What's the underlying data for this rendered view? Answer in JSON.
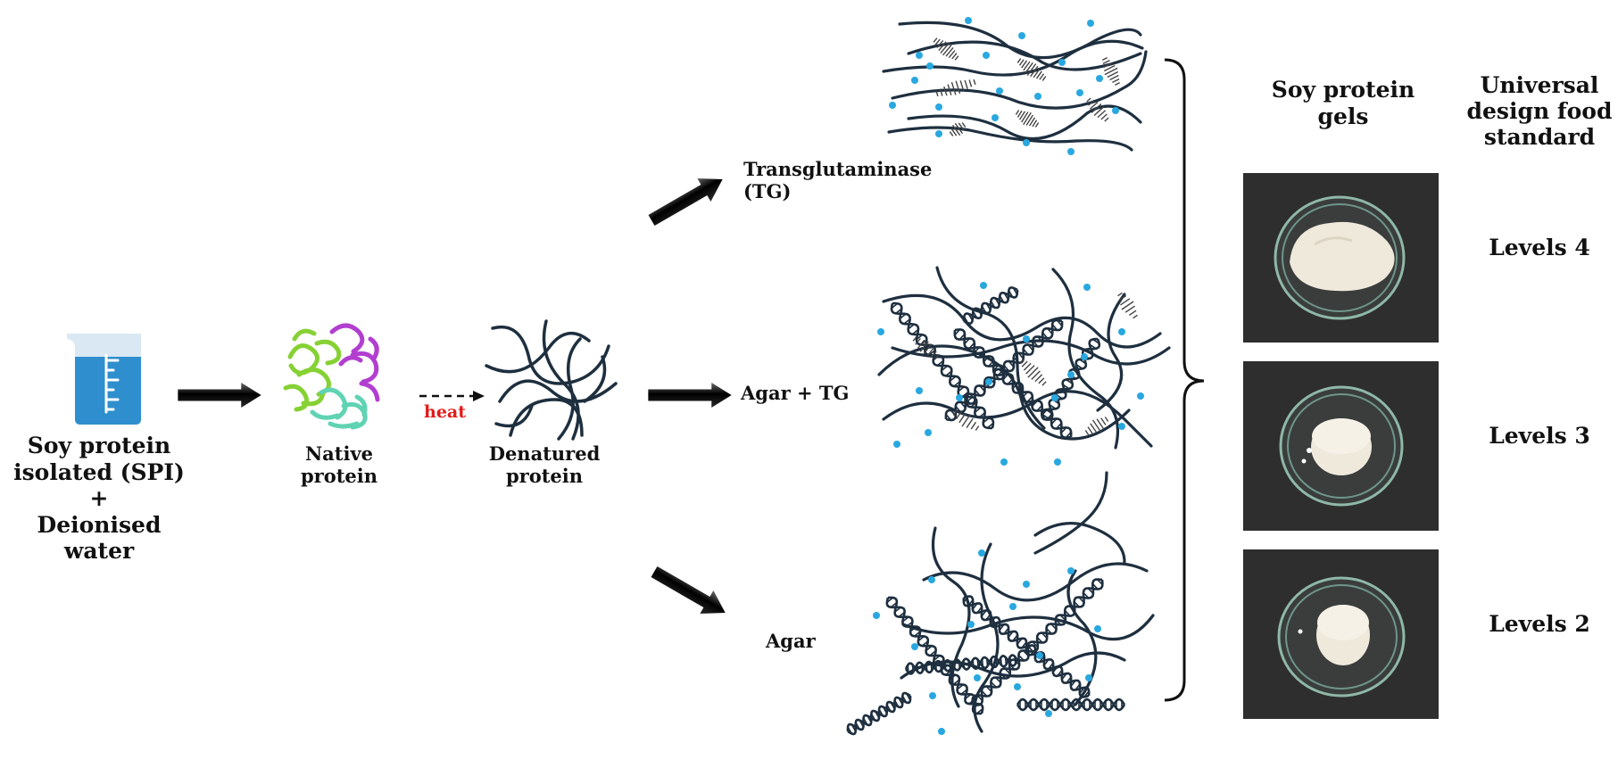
{
  "start": {
    "line1": "Soy protein",
    "line2": "isolated (SPI) +",
    "line3": "Deionised water"
  },
  "native": {
    "line1": "Native",
    "line2": "protein"
  },
  "heat_label": "heat",
  "denatured": {
    "line1": "Denatured",
    "line2": "protein"
  },
  "branches": {
    "tg": "Transglutaminase (TG)",
    "agar_tg": "Agar + TG",
    "agar": "Agar"
  },
  "headers": {
    "gels": {
      "line1": "Soy protein",
      "line2": "gels"
    },
    "udf": {
      "line1": "Universal",
      "line2": "design food",
      "line3": "standard"
    }
  },
  "levels": [
    "Levels 4",
    "Levels 3",
    "Levels 2"
  ],
  "colors": {
    "chain": "#1e2f3f",
    "water_dot": "#29a8e0",
    "heat": "#e21b1b",
    "photo_bg": "#2e2e2e",
    "gel": "#efe9dc"
  }
}
